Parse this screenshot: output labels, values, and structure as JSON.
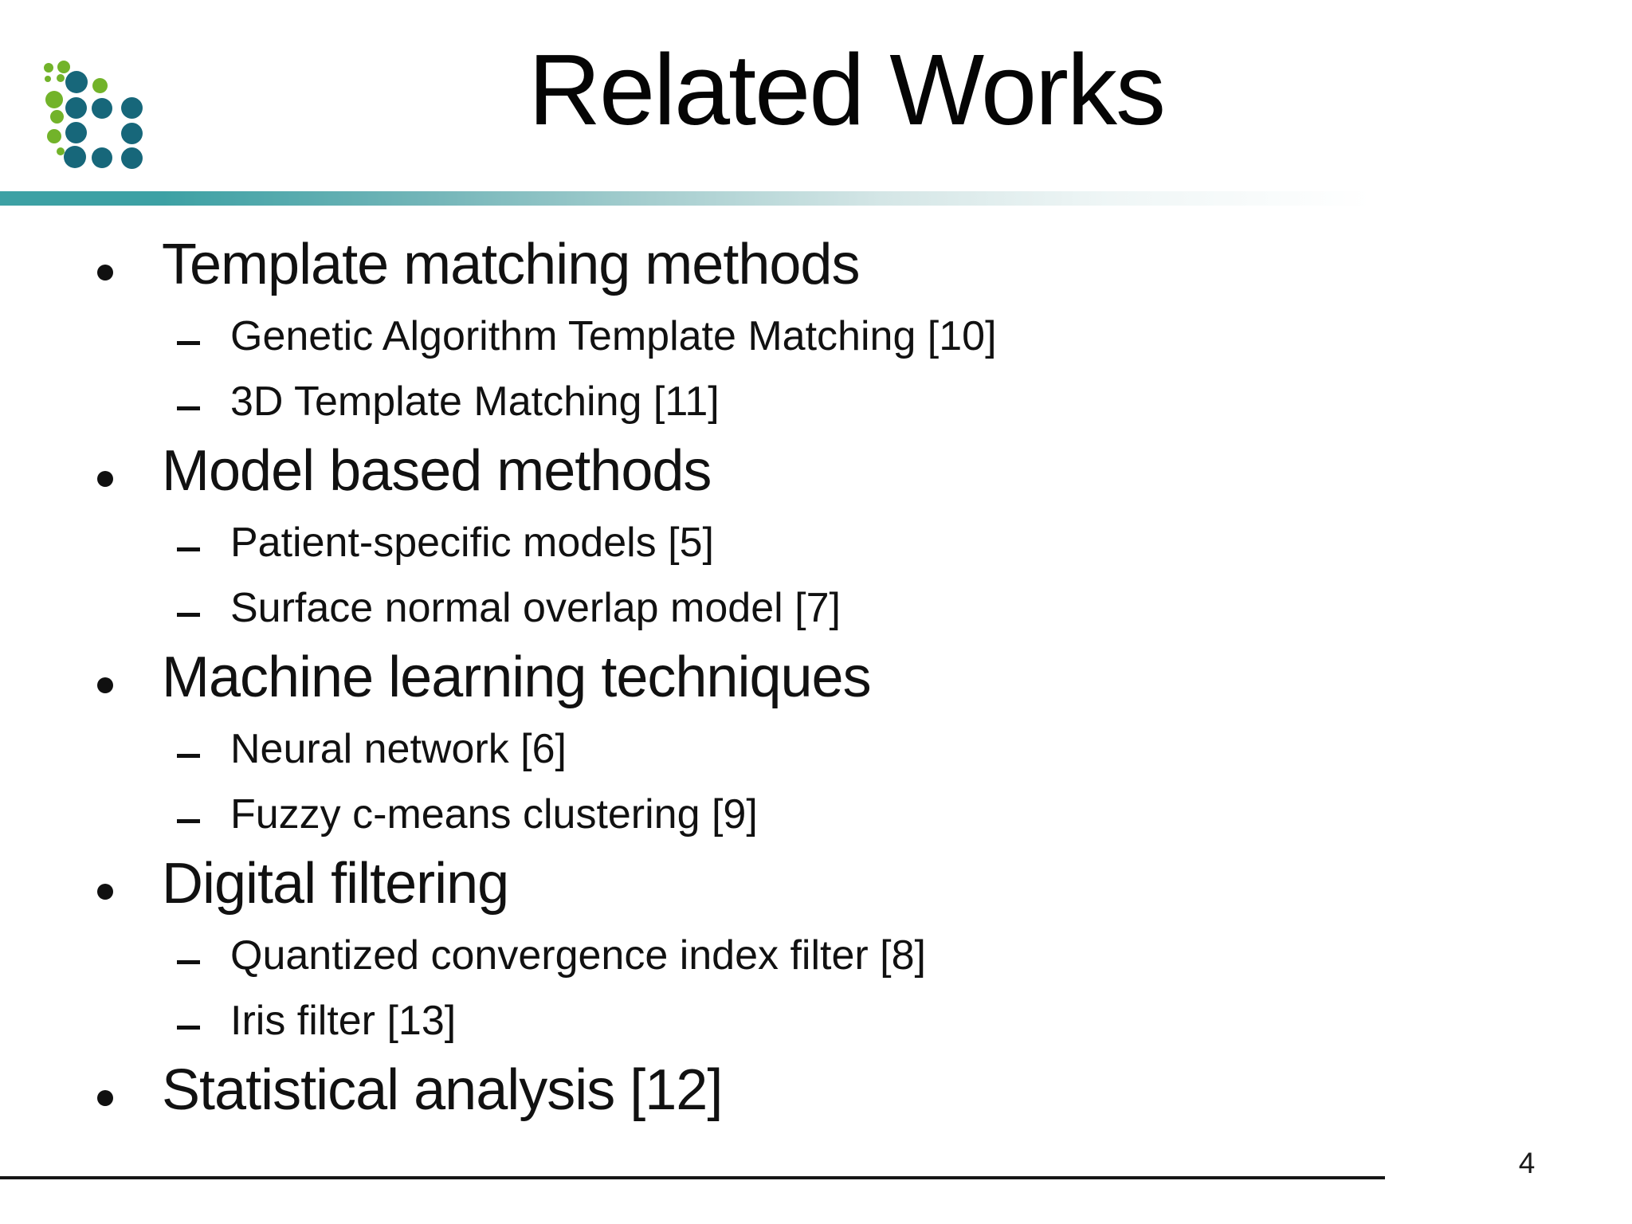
{
  "slide": {
    "title": "Related Works",
    "page_number": "4",
    "colors": {
      "accent_teal": "#3da1a4",
      "logo_teal": "#17677a",
      "logo_green": "#72b32a",
      "text": "#111111"
    },
    "bullets": [
      {
        "level": 1,
        "label": "Template matching methods"
      },
      {
        "level": 2,
        "label": "Genetic Algorithm Template Matching [10]"
      },
      {
        "level": 2,
        "label": "3D Template Matching [11]"
      },
      {
        "level": 1,
        "label": "Model based methods"
      },
      {
        "level": 2,
        "label": "Patient-specific models [5]"
      },
      {
        "level": 2,
        "label": "Surface normal overlap model [7]"
      },
      {
        "level": 1,
        "label": "Machine learning techniques"
      },
      {
        "level": 2,
        "label": "Neural network [6]"
      },
      {
        "level": 2,
        "label": "Fuzzy c-means clustering [9]"
      },
      {
        "level": 1,
        "label": "Digital filtering"
      },
      {
        "level": 2,
        "label": "Quantized convergence index filter [8]"
      },
      {
        "level": 2,
        "label": "Iris filter [13]"
      },
      {
        "level": 1,
        "label": "Statistical analysis [12]"
      }
    ]
  }
}
